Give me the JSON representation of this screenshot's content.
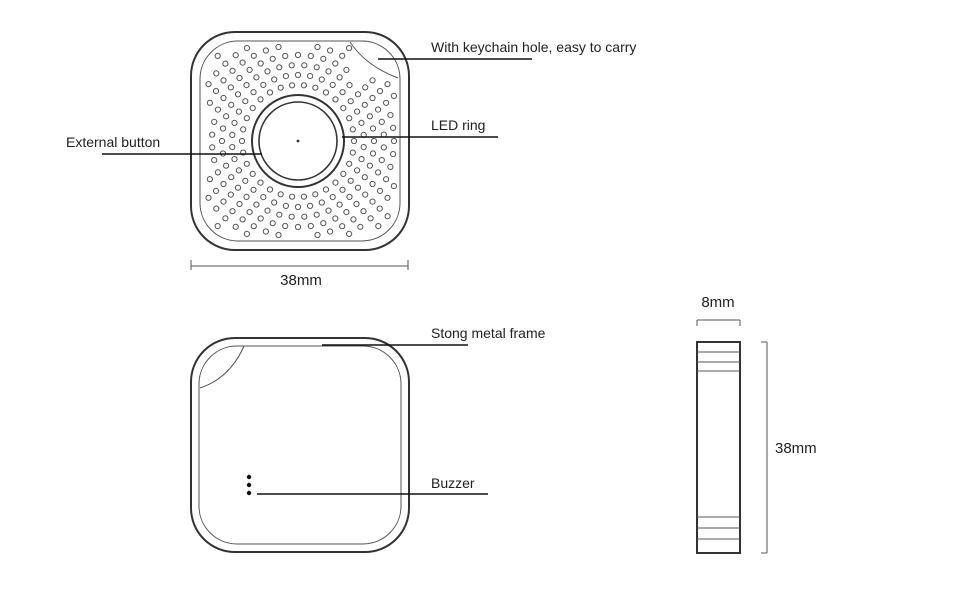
{
  "callouts": {
    "keychain_hole": "With keychain hole, easy to carry",
    "led_ring": "LED ring",
    "external_button": "External button",
    "metal_frame": "Stong metal frame",
    "buzzer": "Buzzer"
  },
  "dimensions": {
    "front_width": "38mm",
    "side_thickness": "8mm",
    "side_height": "38mm"
  },
  "colors": {
    "line": "#333333",
    "background": "#ffffff"
  }
}
